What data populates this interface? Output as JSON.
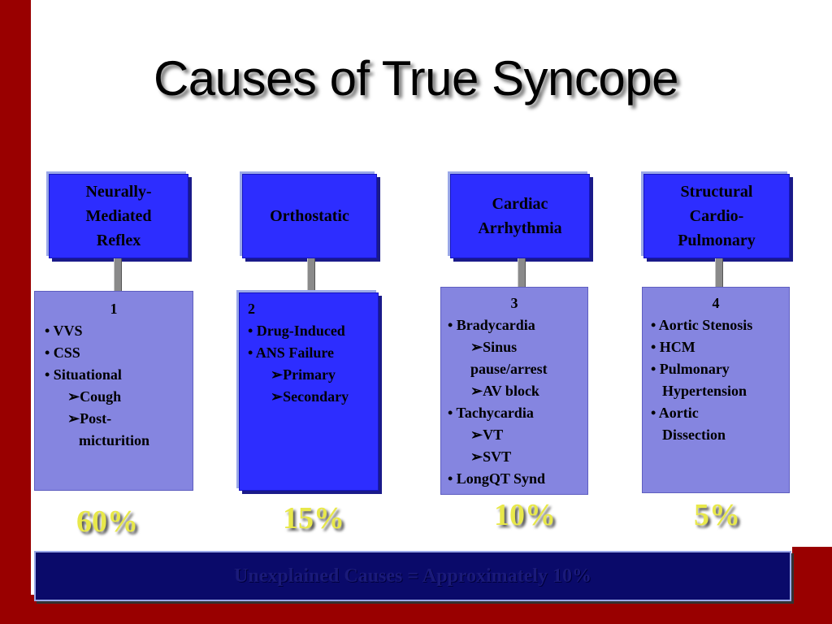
{
  "title": "Causes of True Syncope",
  "categories": [
    {
      "name_lines": [
        "Neurally-",
        "Mediated",
        "Reflex"
      ],
      "number": "1",
      "items": [
        {
          "kind": "bullet",
          "text": "• VVS"
        },
        {
          "kind": "bullet",
          "text": "• CSS"
        },
        {
          "kind": "bullet",
          "text": "• Situational"
        },
        {
          "kind": "sub",
          "text": "➢Cough"
        },
        {
          "kind": "sub",
          "text": "➢Post-"
        },
        {
          "kind": "subcont",
          "text": "micturition"
        }
      ],
      "percent": "60%"
    },
    {
      "name_lines": [
        "Orthostatic"
      ],
      "number": "2",
      "items": [
        {
          "kind": "bullet",
          "text": "• Drug-Induced"
        },
        {
          "kind": "bullet",
          "text": "• ANS Failure"
        },
        {
          "kind": "sub",
          "text": "➢Primary"
        },
        {
          "kind": "sub",
          "text": "➢Secondary"
        }
      ],
      "percent": "15%"
    },
    {
      "name_lines": [
        "Cardiac",
        "Arrhythmia"
      ],
      "number": "3",
      "items": [
        {
          "kind": "bullet",
          "text": "• Bradycardia"
        },
        {
          "kind": "sub",
          "text": "➢Sinus"
        },
        {
          "kind": "subcont",
          "text": "pause/arrest"
        },
        {
          "kind": "sub",
          "text": "➢AV block"
        },
        {
          "kind": "bullet",
          "text": "• Tachycardia"
        },
        {
          "kind": "sub",
          "text": "➢VT"
        },
        {
          "kind": "sub",
          "text": "➢SVT"
        },
        {
          "kind": "bullet",
          "text": "• LongQT Synd"
        }
      ],
      "percent": "10%"
    },
    {
      "name_lines": [
        "Structural",
        "Cardio-",
        "Pulmonary"
      ],
      "number": "4",
      "items": [
        {
          "kind": "bullet",
          "text": "• Aortic Stenosis"
        },
        {
          "kind": "bullet",
          "text": "• HCM"
        },
        {
          "kind": "bullet",
          "text": "• Pulmonary"
        },
        {
          "kind": "cont",
          "text": "Hypertension"
        },
        {
          "kind": "bullet",
          "text": "• Aortic"
        },
        {
          "kind": "cont",
          "text": "Dissection"
        }
      ],
      "percent": "5%"
    }
  ],
  "footer": "Unexplained Causes = Approximately 10%",
  "colors": {
    "frame": "#990000",
    "category_box": "#2d2dff",
    "detail_light": "#8585e0",
    "footer_box": "#0a0a6a",
    "percent": "#e8e84a"
  }
}
